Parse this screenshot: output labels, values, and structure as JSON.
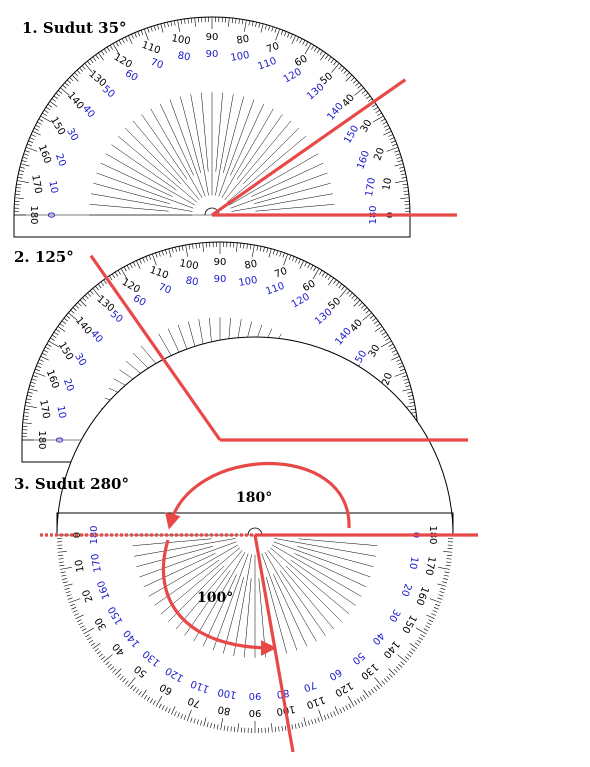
{
  "titles": {
    "p1": "1. Sudut 35°",
    "p2": "2.  125°",
    "p3": "3. Sudut 280°"
  },
  "annotations": {
    "label_180": "180°",
    "label_100": "100°"
  },
  "protractor": {
    "outer_scale_start": 0,
    "inner_scale_start": 180,
    "scale_step": 10,
    "outer_scale_color": "#000000",
    "inner_scale_color": "#1a1acc"
  },
  "angles": {
    "p1": {
      "measured_degrees": 35
    },
    "p2": {
      "measured_degrees": 125
    },
    "p3": {
      "measured_degrees": 280,
      "parts": [
        180,
        100
      ]
    }
  },
  "colors": {
    "line": "#e84848",
    "ink": "#000000"
  }
}
